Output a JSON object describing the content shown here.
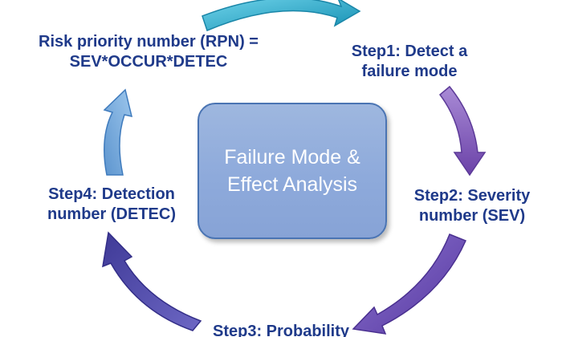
{
  "diagram": {
    "center": {
      "lines": [
        "Failure Mode &",
        "Effect Analysis"
      ]
    },
    "labels": {
      "rpn": {
        "lines": [
          "Risk priority number (RPN) =",
          "SEV*OCCUR*DETEC"
        ]
      },
      "step1": {
        "lines": [
          "Step1: Detect a",
          "failure mode"
        ]
      },
      "step2": {
        "lines": [
          "Step2: Severity",
          "number (SEV)"
        ]
      },
      "step3": {
        "lines": [
          "Step3: Probability"
        ]
      },
      "step4": {
        "lines": [
          "Step4: Detection",
          "number (DETEC)"
        ]
      }
    }
  },
  "colors": {
    "label_text": "#1f3a8a",
    "center_text": "#ffffff",
    "center_fill": "#8eaadb",
    "center_border": "#4a74b3",
    "arrow_teal": "#1fa3c4",
    "arrow_purple": "#7a4fb0",
    "arrow_indigo": "#4f4aa8",
    "arrow_lightblue": "#6fa6d9"
  },
  "icons": [
    "curved-arrow-icon"
  ]
}
